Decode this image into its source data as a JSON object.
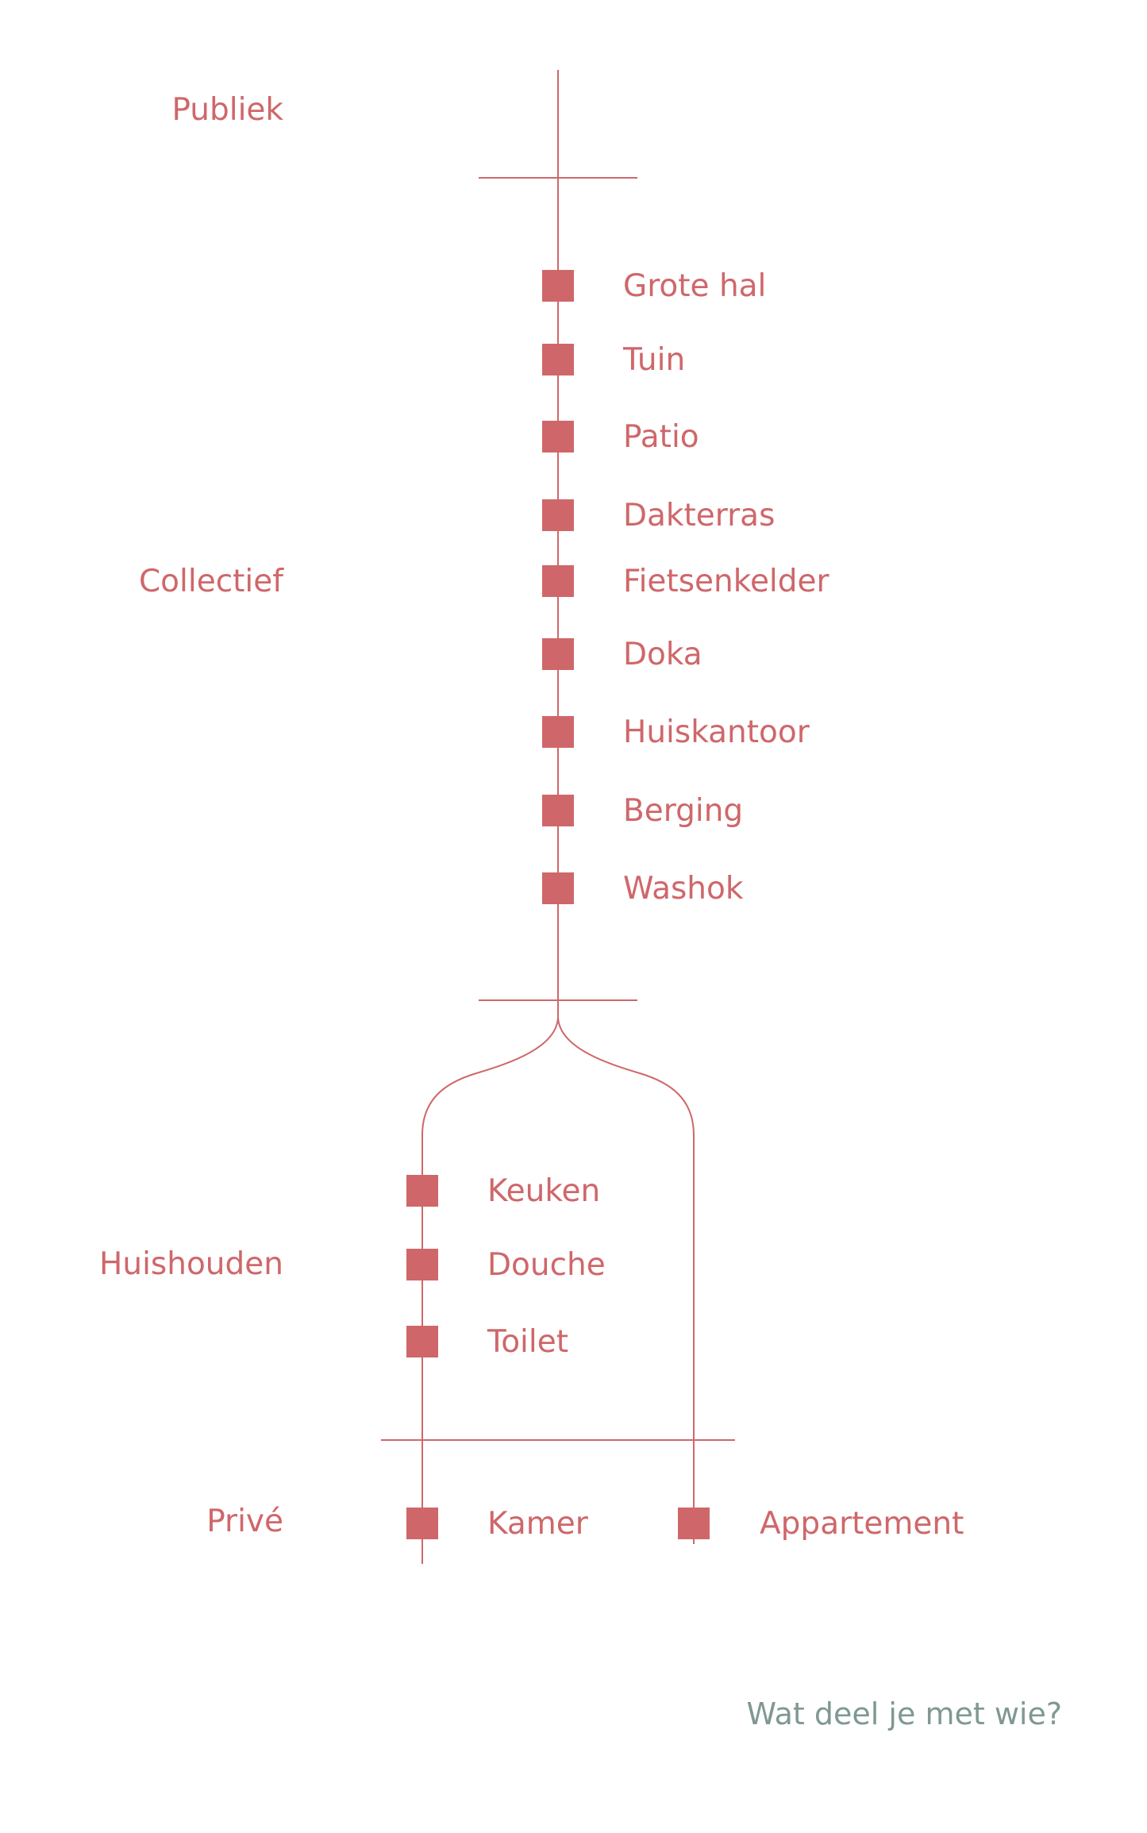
{
  "colors": {
    "accent": "#cf676a",
    "caption": "#7f9893",
    "background": "#ffffff"
  },
  "zones": [
    {
      "id": "publiek",
      "label": "Publiek"
    },
    {
      "id": "collectief",
      "label": "Collectief"
    },
    {
      "id": "huishouden",
      "label": "Huishouden"
    },
    {
      "id": "prive",
      "label": "Privé"
    }
  ],
  "nodes": {
    "collectief": [
      {
        "id": "grote-hal",
        "label": "Grote hal"
      },
      {
        "id": "tuin",
        "label": "Tuin"
      },
      {
        "id": "patio",
        "label": "Patio"
      },
      {
        "id": "dakterras",
        "label": "Dakterras"
      },
      {
        "id": "fietsenkelder",
        "label": "Fietsenkelder"
      },
      {
        "id": "doka",
        "label": "Doka"
      },
      {
        "id": "huiskantoor",
        "label": "Huiskantoor"
      },
      {
        "id": "berging",
        "label": "Berging"
      },
      {
        "id": "washok",
        "label": "Washok"
      }
    ],
    "huishouden": [
      {
        "id": "keuken",
        "label": "Keuken"
      },
      {
        "id": "douche",
        "label": "Douche"
      },
      {
        "id": "toilet",
        "label": "Toilet"
      }
    ],
    "prive": [
      {
        "id": "kamer",
        "label": "Kamer"
      },
      {
        "id": "appartement",
        "label": "Appartement"
      }
    ]
  },
  "caption": "Wat deel je met wie?"
}
